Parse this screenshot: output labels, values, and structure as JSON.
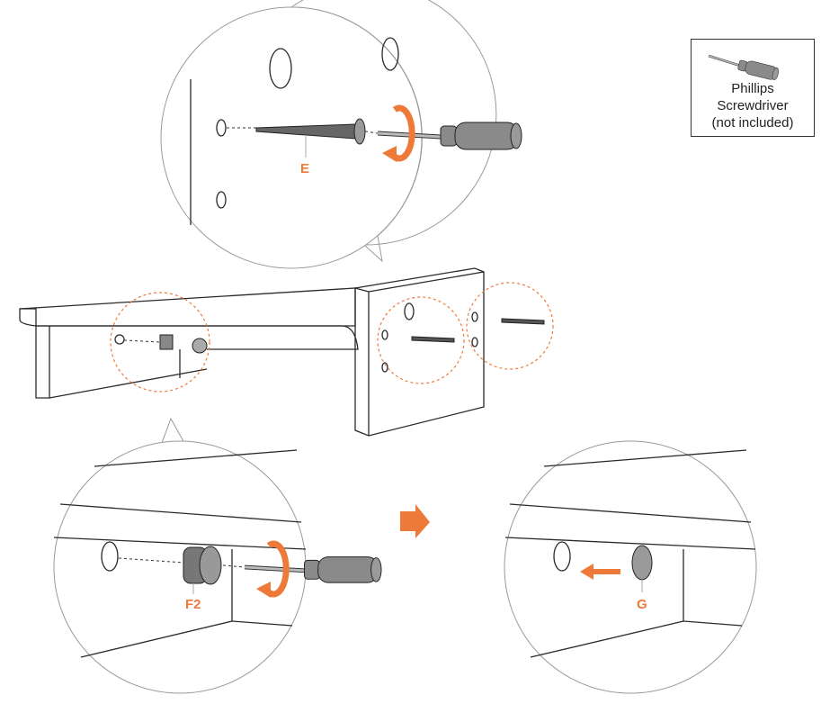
{
  "tool": {
    "name_line1": "Phillips",
    "name_line2": "Screwdriver",
    "note": "(not included)"
  },
  "labels": {
    "screw": "E",
    "cam_bolt": "F2",
    "cover_cap": "G"
  },
  "colors": {
    "accent": "#ee7a3a",
    "line": "#2a2a2a",
    "handle": "#8a8a8a"
  }
}
